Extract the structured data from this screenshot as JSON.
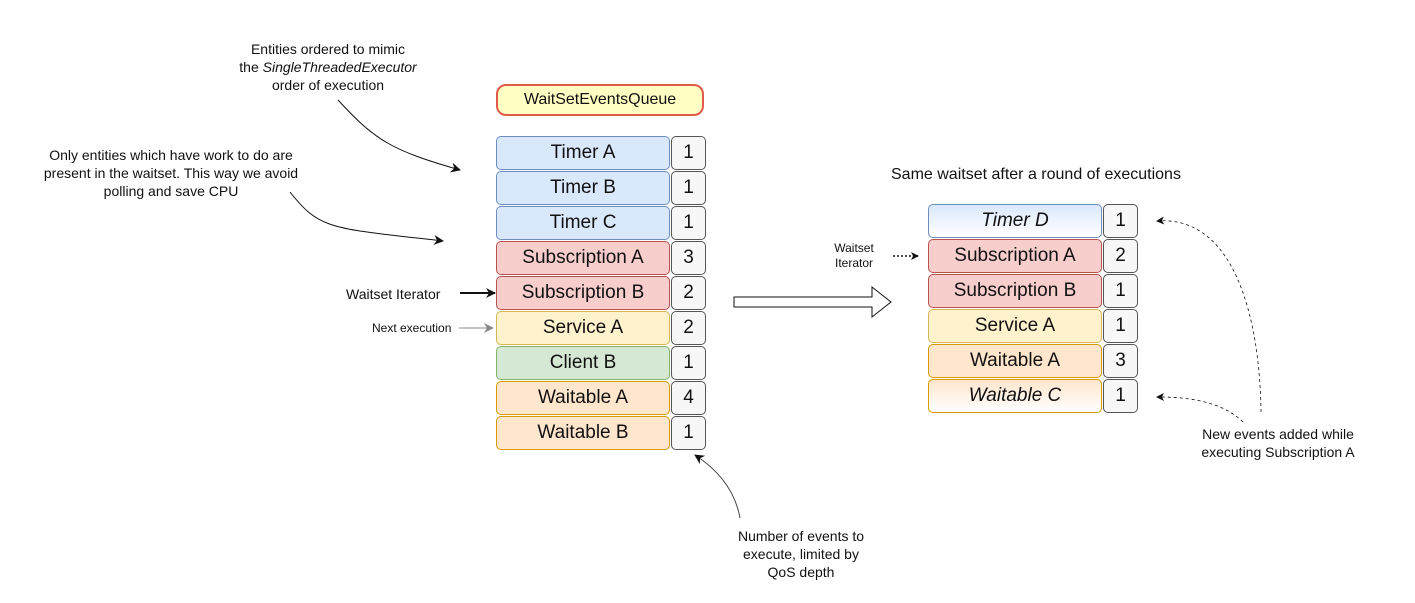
{
  "queue_title": "WaitSetEventsQueue",
  "notes": {
    "order_line1": "Entities ordered to mimic",
    "order_line2_prefix": "the ",
    "order_line2_em": "SingleThreadedExecutor",
    "order_line3": "order of execution",
    "work_line1": "Only entities which have work to do are",
    "work_line2": "present in the waitset. This way we avoid",
    "work_line3": "polling and save CPU",
    "waitset_iterator": "Waitset Iterator",
    "next_execution": "Next execution",
    "events_line1": "Number of events to",
    "events_line2": "execute, limited by",
    "events_line3": "QoS depth",
    "right_iter_line1": "Waitset",
    "right_iter_line2": "Iterator",
    "new_events_line1": "New events added while",
    "new_events_line2": "executing Subscription A"
  },
  "left_queue": [
    {
      "label": "Timer A",
      "count": "1",
      "color": "blue"
    },
    {
      "label": "Timer B",
      "count": "1",
      "color": "blue"
    },
    {
      "label": "Timer C",
      "count": "1",
      "color": "blue"
    },
    {
      "label": "Subscription A",
      "count": "3",
      "color": "red"
    },
    {
      "label": "Subscription B",
      "count": "2",
      "color": "red"
    },
    {
      "label": "Service A",
      "count": "2",
      "color": "yellow"
    },
    {
      "label": "Client B",
      "count": "1",
      "color": "green"
    },
    {
      "label": "Waitable A",
      "count": "4",
      "color": "orange"
    },
    {
      "label": "Waitable B",
      "count": "1",
      "color": "orange"
    }
  ],
  "right_heading": "Same waitset after a round of executions",
  "right_queue": [
    {
      "label": "Timer D",
      "count": "1",
      "color": "fade-blue",
      "italic": true
    },
    {
      "label": "Subscription A",
      "count": "2",
      "color": "red",
      "italic": false
    },
    {
      "label": "Subscription B",
      "count": "1",
      "color": "red",
      "italic": false
    },
    {
      "label": "Service A",
      "count": "1",
      "color": "yellow",
      "italic": false
    },
    {
      "label": "Waitable A",
      "count": "3",
      "color": "orange",
      "italic": false
    },
    {
      "label": "Waitable C",
      "count": "1",
      "color": "fade-orange",
      "italic": true
    }
  ],
  "colors": {
    "title_fill": "#ffffc4",
    "title_stroke": "#e05a4a",
    "blue": "#dae8fc",
    "red": "#f8cecc",
    "yellow": "#fff2cc",
    "green": "#d5e8d4",
    "orange": "#ffe6cc"
  }
}
